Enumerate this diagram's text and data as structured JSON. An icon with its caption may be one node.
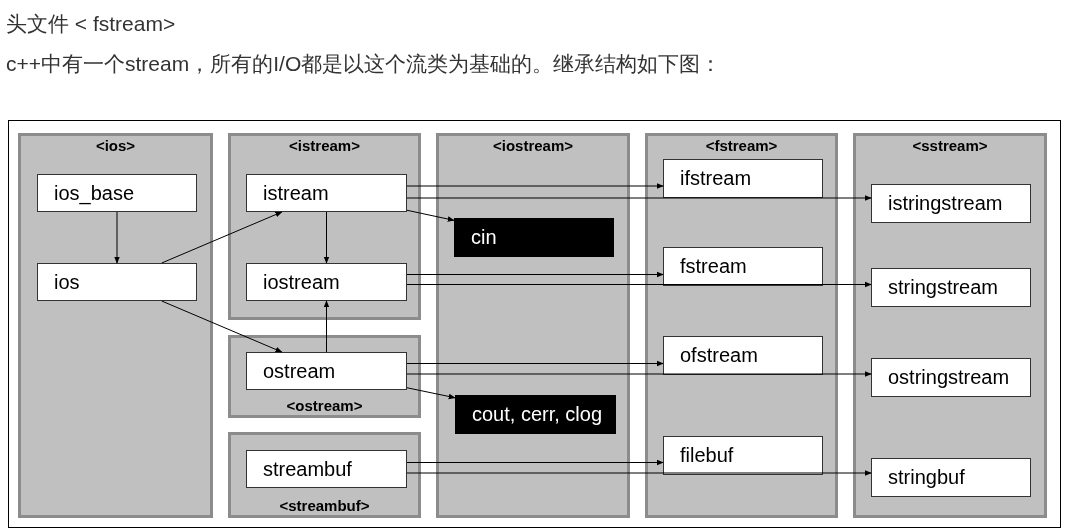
{
  "diagram": {
    "nodes": [
      {
        "text": [
          "<ios>"
        ]
      },
      {
        "text": [
          "ios_base"
        ],
        "in": 0
      },
      {
        "text": [
          "ios"
        ],
        "in": 0
      },
      {
        "text": [
          "<istream>"
        ]
      },
      {
        "text": [
          "istream"
        ],
        "in": 3
      },
      {
        "text": [
          "iostream"
        ],
        "in": 3
      },
      {
        "text": [
          "<ostream>"
        ]
      },
      {
        "text": [
          "ostream"
        ],
        "in": 6
      },
      {
        "text": [
          "<streambuf>"
        ]
      },
      {
        "text": [
          "streambuf"
        ],
        "in": 8
      },
      {
        "text": [
          "<iostream>"
        ]
      },
      {
        "text": [
          "cin"
        ],
        "in": 10
      },
      {
        "text": [
          "cout, cerr, clog"
        ],
        "in": 10
      },
      {
        "text": [
          "<fstream>"
        ]
      },
      {
        "text": [
          "ifstream"
        ],
        "in": 13
      },
      {
        "text": [
          "fstream"
        ],
        "in": 13
      },
      {
        "text": [
          "ofstream"
        ],
        "in": 13
      },
      {
        "text": [
          "filebuf"
        ],
        "in": 13
      },
      {
        "text": [
          "<sstream>"
        ]
      },
      {
        "text": [
          "istringstream"
        ],
        "in": 18
      },
      {
        "text": [
          "stringstream"
        ],
        "in": 18
      },
      {
        "text": [
          "ostringstream"
        ],
        "in": 18
      },
      {
        "text": [
          "stringbuf"
        ],
        "in": 18
      }
    ],
    "edges": [
      {
        "from": 1,
        "to": 2,
        "arrow": "to"
      },
      {
        "from": 2,
        "to": 4,
        "arrow": "to"
      },
      {
        "from": 2,
        "to": 7,
        "arrow": "to"
      },
      {
        "from": 4,
        "to": 5,
        "arrow": "to"
      },
      {
        "from": 7,
        "to": 5,
        "arrow": "to"
      },
      {
        "from": 4,
        "to": 14,
        "arrow": "to"
      },
      {
        "from": 4,
        "to": 19,
        "arrow": "to"
      },
      {
        "from": 4,
        "to": 11,
        "arrow": "to"
      },
      {
        "from": 5,
        "to": 15,
        "arrow": "to"
      },
      {
        "from": 5,
        "to": 20,
        "arrow": "to"
      },
      {
        "from": 7,
        "to": 16,
        "arrow": "to"
      },
      {
        "from": 7,
        "to": 21,
        "arrow": "to"
      },
      {
        "from": 7,
        "to": 12,
        "arrow": "to"
      },
      {
        "from": 9,
        "to": 17,
        "arrow": "to"
      },
      {
        "from": 9,
        "to": 22,
        "arrow": "to"
      }
    ],
    "labels": [
      "头文件 < fstream>",
      "c++中有一个stream，所有的I/O都是以这个流类为基础的。继承结构如下图："
    ]
  }
}
